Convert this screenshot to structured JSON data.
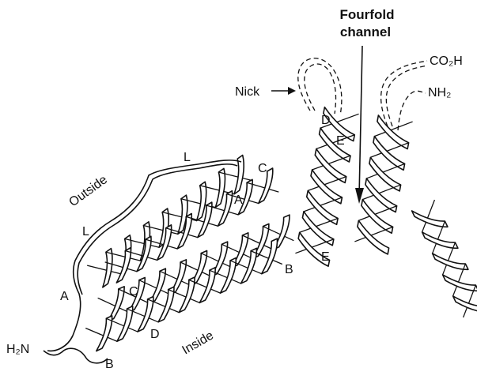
{
  "labels": {
    "title_line1": "Fourfold",
    "title_line2": "channel",
    "nick": "Nick",
    "co2h": "CO₂H",
    "nh2_right": "NH₂",
    "h2n_left": "H₂N",
    "outside": "Outside",
    "inside": "Inside",
    "loop_upper": "L",
    "loop_lower": "L",
    "helix_A_left": "A",
    "helix_A_mid": "A",
    "helix_B_mid": "B",
    "helix_B_bottom": "B",
    "helix_C_top": "C",
    "helix_C_left": "C",
    "helix_D_left": "D",
    "helix_D_top": "D",
    "helix_E_top": "E",
    "helix_E_bottom": "E"
  },
  "colors": {
    "ink": "#111111",
    "paper": "#ffffff"
  }
}
